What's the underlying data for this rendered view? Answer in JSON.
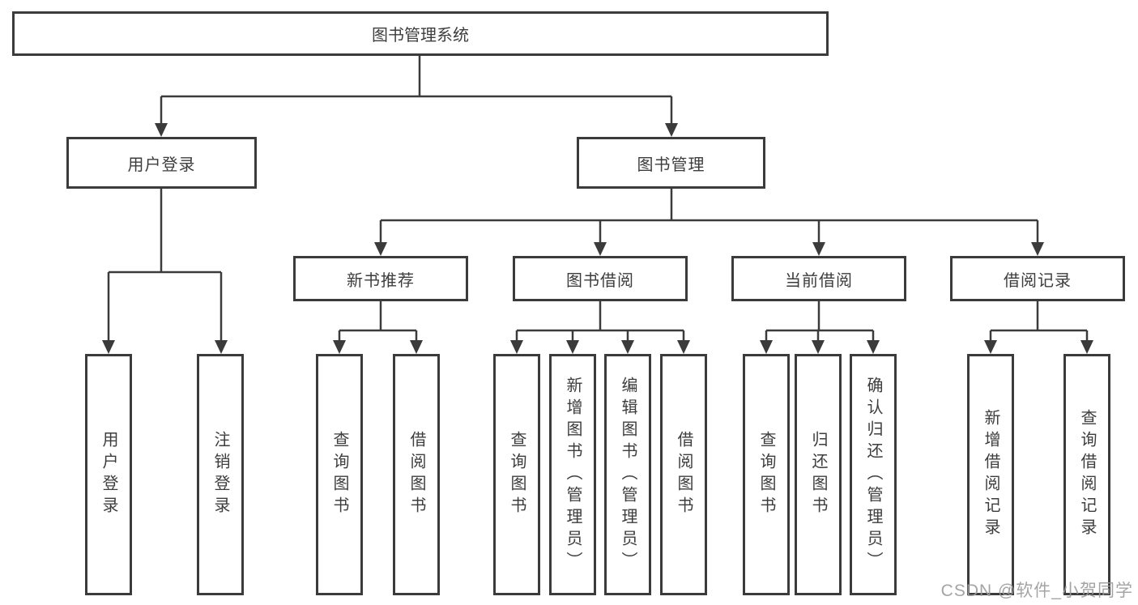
{
  "nodes": {
    "root": "图书管理系统",
    "user_login": "用户登录",
    "book_mgmt": "图书管理",
    "new_books": "新书推荐",
    "borrow": "图书借阅",
    "current": "当前借阅",
    "records": "借阅记录",
    "user_leaves": [
      "用户登录",
      "注销登录"
    ],
    "new_books_leaves": [
      "查询图书",
      "借阅图书"
    ],
    "borrow_leaves": [
      "查询图书",
      "新增图书（管理员）",
      "编辑图书（管理员）",
      "借阅图书"
    ],
    "current_leaves": [
      "查询图书",
      "归还图书",
      "确认归还（管理员）"
    ],
    "records_leaves": [
      "新增借阅记录",
      "查询借阅记录"
    ]
  },
  "watermark": "CSDN @软件_小贺同学",
  "colors": {
    "line": "#3b3b3b",
    "text": "#3d3d3d",
    "box_background": "#ffffff",
    "watermark": "#9b9b9b"
  }
}
